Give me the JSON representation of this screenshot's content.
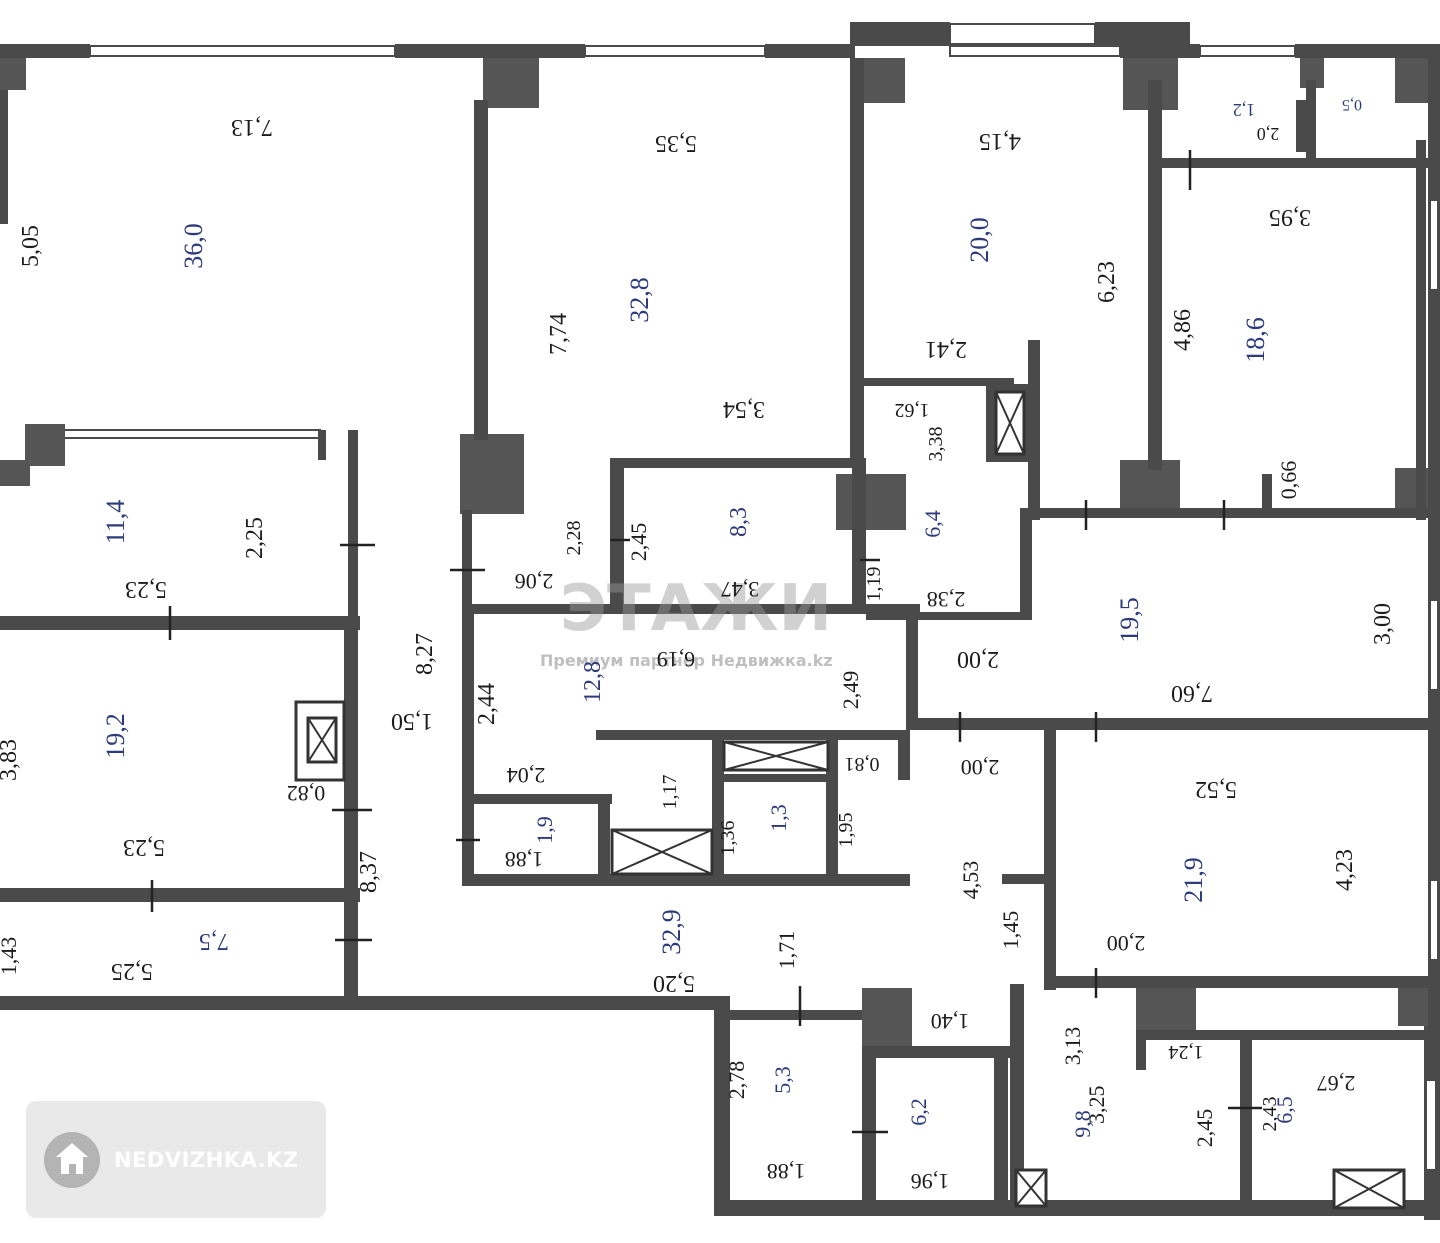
{
  "colors": {
    "wall": "#4a4a4a",
    "dimension_text": "#1c1c1c",
    "area_text": "#2d3a7c",
    "badge_bg": "#e9e9e9",
    "badge_icon": "#b4b4b4"
  },
  "watermark": {
    "logo": "ЭТАЖИ",
    "subtitle": "Премиум партнер Недвижка.kz"
  },
  "badge": {
    "icon": "house-icon",
    "text": "NEDVIZHKA.KZ"
  },
  "rooms": {
    "living_room": {
      "area": "36,0",
      "width": "7,13",
      "depth": "5,05"
    },
    "bedroom_1": {
      "area": "32,8",
      "width": "5,35",
      "depth": "7,74",
      "extra": "3,54"
    },
    "bedroom_2": {
      "area": "20,0",
      "width": "4,15",
      "depth": "6,23",
      "extra": "2,41"
    },
    "small_room_top": {
      "area": "1,2",
      "dims": "2,0",
      "extra": "0,5"
    },
    "bedroom_3": {
      "area": "18,6",
      "width": "3,95",
      "depth": "4,86",
      "extra": "0,66"
    },
    "room_left_1": {
      "area": "11,4",
      "width": "5,23",
      "depth": "2,25"
    },
    "room_left_2": {
      "area": "19,2",
      "width": "5,23",
      "depth": "3,83",
      "extra": "0,82"
    },
    "balcony": {
      "area": "7,5",
      "width": "5,25",
      "depth": "1,43"
    },
    "corridor": {
      "width": "1,50",
      "length_1": "8,27",
      "length_2": "8,37"
    },
    "wardrobe_1": {
      "area": "8,3",
      "width": "3,47",
      "depth": "2,45",
      "extra": "2,28"
    },
    "bath_1": {
      "area": "6,4",
      "dims": "3,38",
      "w1": "1,62",
      "w2": "2,38",
      "w3": "1,19"
    },
    "hall_right": {
      "area": "19,5",
      "width": "7,60",
      "depth": "3,00",
      "extra": "2,00"
    },
    "kitchen_block": {
      "area": "12,8",
      "width": "2,44",
      "w1": "6,19",
      "w2": "2,06",
      "w3": "2,49",
      "w4": "2,04",
      "w5": "1,17"
    },
    "wc_1": {
      "area": "1,9",
      "width": "1,88"
    },
    "wc_2": {
      "area": "1,3",
      "width": "1,36",
      "w1": "1,95",
      "w2": "0,81"
    },
    "hall_center": {
      "area": "32,9",
      "width": "5,20",
      "w1": "4,53",
      "w2": "1,71",
      "w3": "2,00",
      "w4": "1,45",
      "w5": "1,40"
    },
    "bedroom_4": {
      "area": "21,9",
      "width": "5,52",
      "depth": "4,23",
      "extra": "2,00"
    },
    "storage_1": {
      "area": "5,3",
      "width": "1,88",
      "depth": "2,78"
    },
    "bath_2": {
      "area": "6,2",
      "width": "1,96"
    },
    "bath_3": {
      "area": "9,8",
      "width": "3,25",
      "depth": "3,13",
      "extra": "2,45"
    },
    "bath_4": {
      "area": "6,5",
      "width": "2,67",
      "depth": "2,43",
      "extra": "1,24"
    }
  }
}
